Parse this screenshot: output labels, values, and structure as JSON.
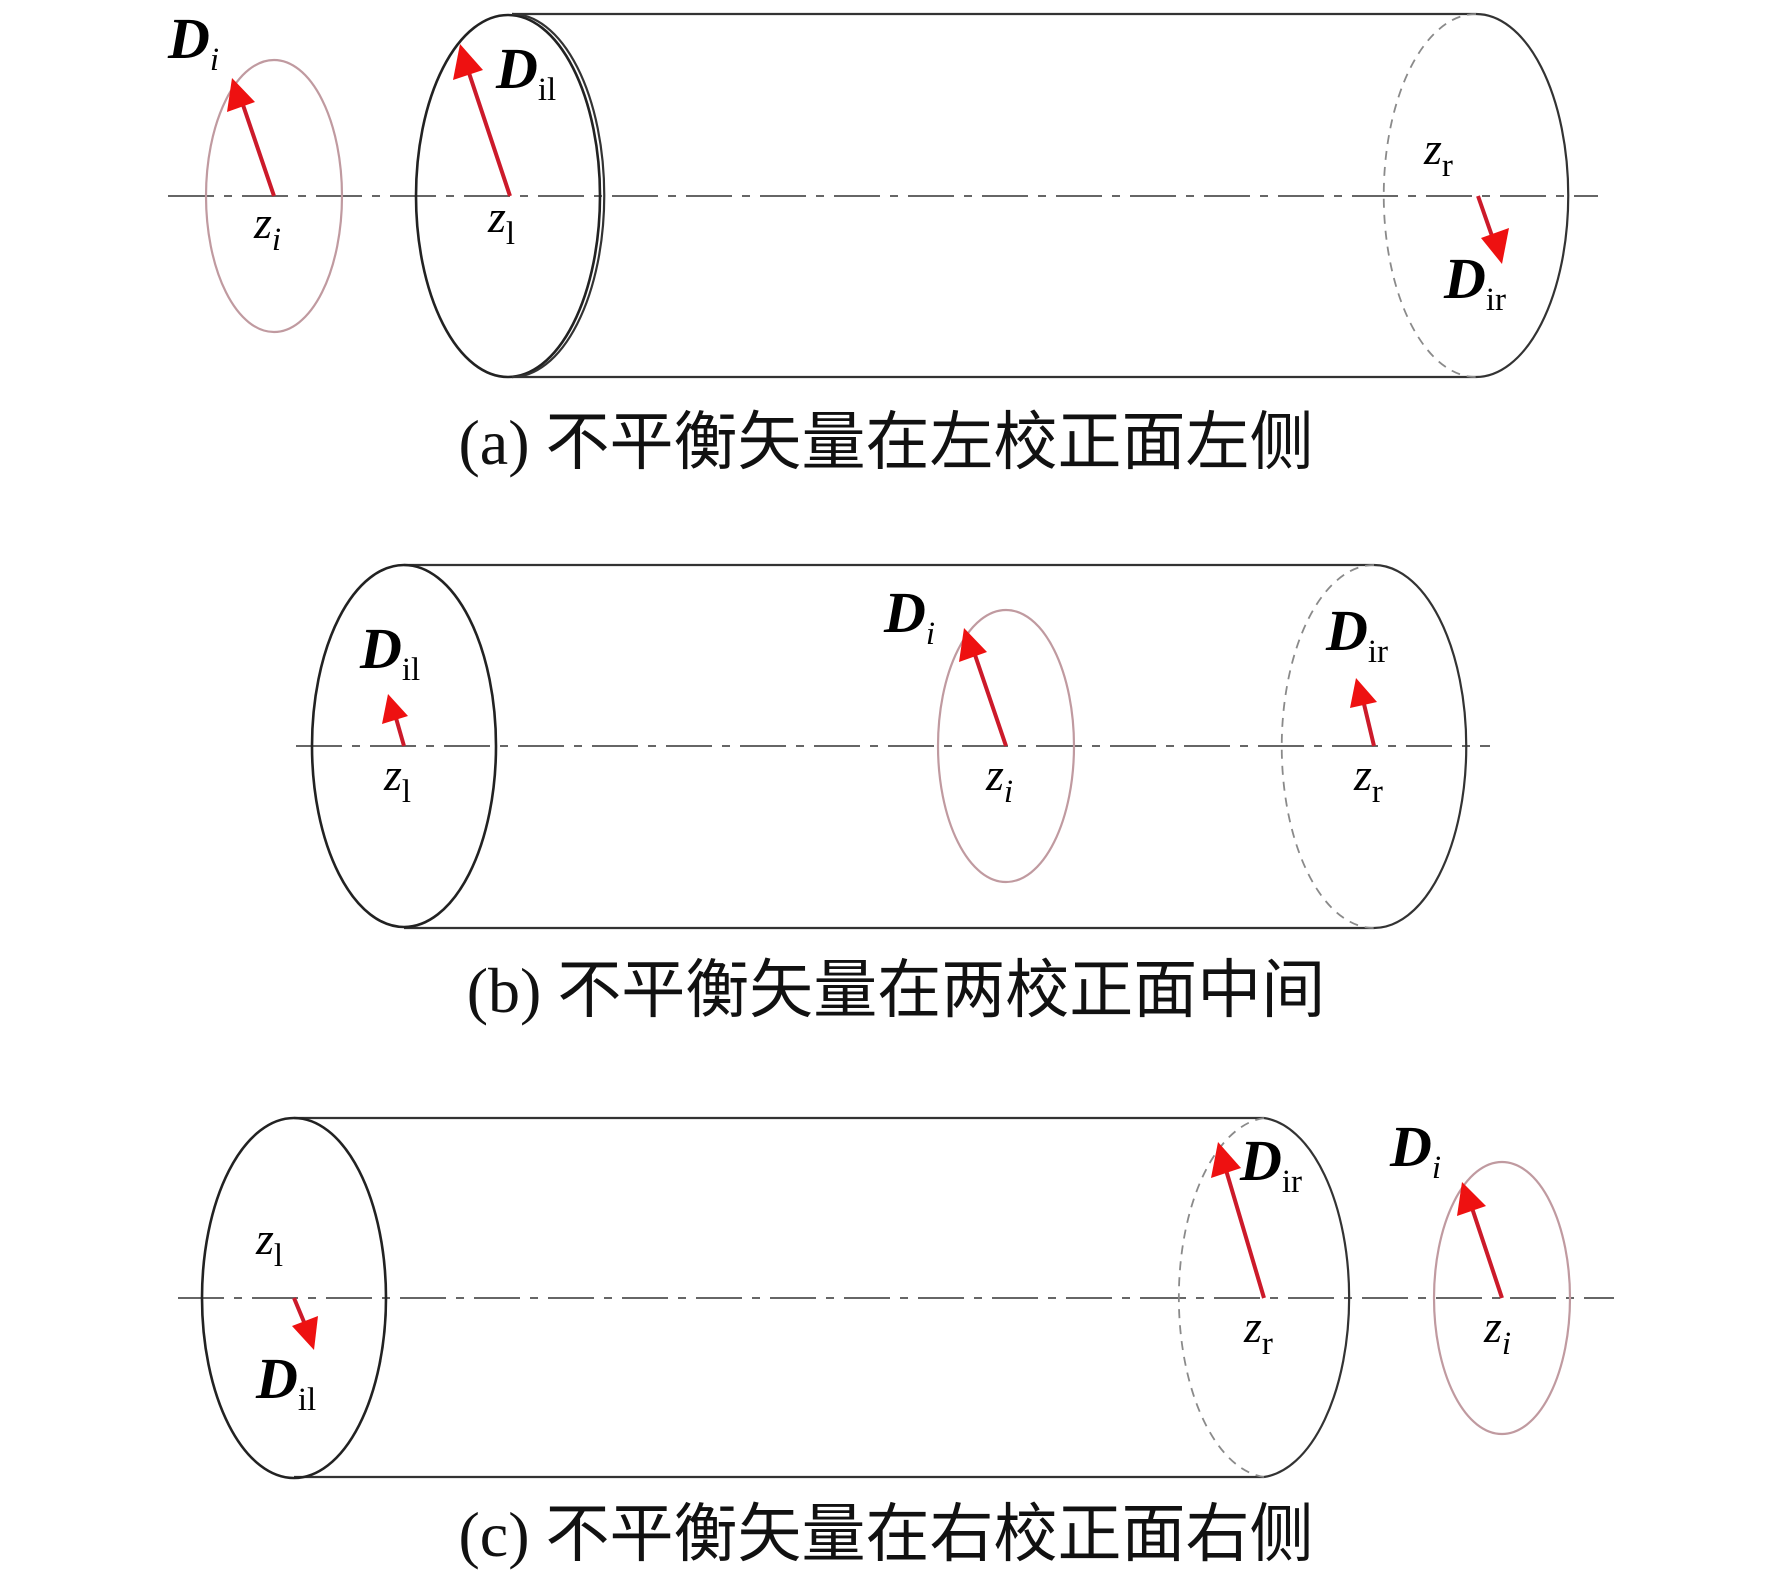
{
  "panels": {
    "a": {
      "caption": "(a) 不平衡矢量在左校正面左侧",
      "labels": {
        "Di": {
          "main": "D",
          "sub": "i"
        },
        "Dil": {
          "main": "D",
          "sub": "il"
        },
        "Dir": {
          "main": "D",
          "sub": "ir"
        },
        "zi": {
          "main": "z",
          "sub": "i"
        },
        "zl": {
          "main": "z",
          "sub": "l"
        },
        "zr": {
          "main": "z",
          "sub": "r"
        }
      }
    },
    "b": {
      "caption": "(b) 不平衡矢量在两校正面中间",
      "labels": {
        "Di": {
          "main": "D",
          "sub": "i"
        },
        "Dil": {
          "main": "D",
          "sub": "il"
        },
        "Dir": {
          "main": "D",
          "sub": "ir"
        },
        "zi": {
          "main": "z",
          "sub": "i"
        },
        "zl": {
          "main": "z",
          "sub": "l"
        },
        "zr": {
          "main": "z",
          "sub": "r"
        }
      }
    },
    "c": {
      "caption": "(c) 不平衡矢量在右校正面右侧",
      "labels": {
        "Di": {
          "main": "D",
          "sub": "i"
        },
        "Dil": {
          "main": "D",
          "sub": "il"
        },
        "Dir": {
          "main": "D",
          "sub": "ir"
        },
        "zi": {
          "main": "z",
          "sub": "i"
        },
        "zl": {
          "main": "z",
          "sub": "l"
        },
        "zr": {
          "main": "z",
          "sub": "r"
        }
      }
    }
  },
  "colors": {
    "vector": "#ee1111",
    "axis": "#666666",
    "cylinder": "#333333",
    "plane": "#c09aa0"
  }
}
